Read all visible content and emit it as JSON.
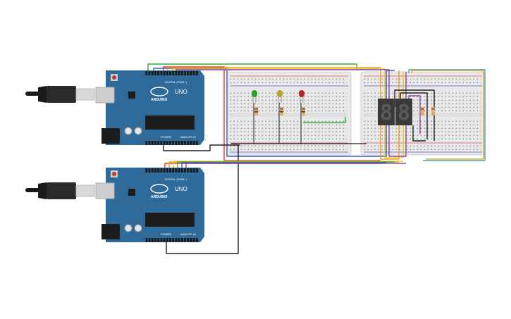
{
  "boards": [
    {
      "uno_label": "UNO",
      "brand": "ARDUINO",
      "digital_label": "DIGITAL (PWM~)",
      "power_label": "POWER",
      "analog_label": "ANALOG IN"
    },
    {
      "uno_label": "UNO",
      "brand": "ARDUINO",
      "digital_label": "DIGITAL (PWM~)",
      "power_label": "POWER",
      "analog_label": "ANALOG IN"
    }
  ],
  "display": {
    "digits": [
      "8",
      "8"
    ]
  },
  "colors": {
    "board": "#2f6b9a",
    "breadboard": "#e9e9e9",
    "led_green": "#2e9e2e",
    "led_yellow": "#b5a12a",
    "led_red": "#b32626",
    "wire_red": "#e0392b",
    "wire_green": "#3aa63a",
    "wire_blue": "#2f5fbf",
    "wire_orange": "#ef9a1f",
    "wire_yellow": "#e8d21c",
    "wire_purple": "#8e44ad",
    "wire_cyan": "#27b3c9",
    "wire_black": "#222222"
  }
}
